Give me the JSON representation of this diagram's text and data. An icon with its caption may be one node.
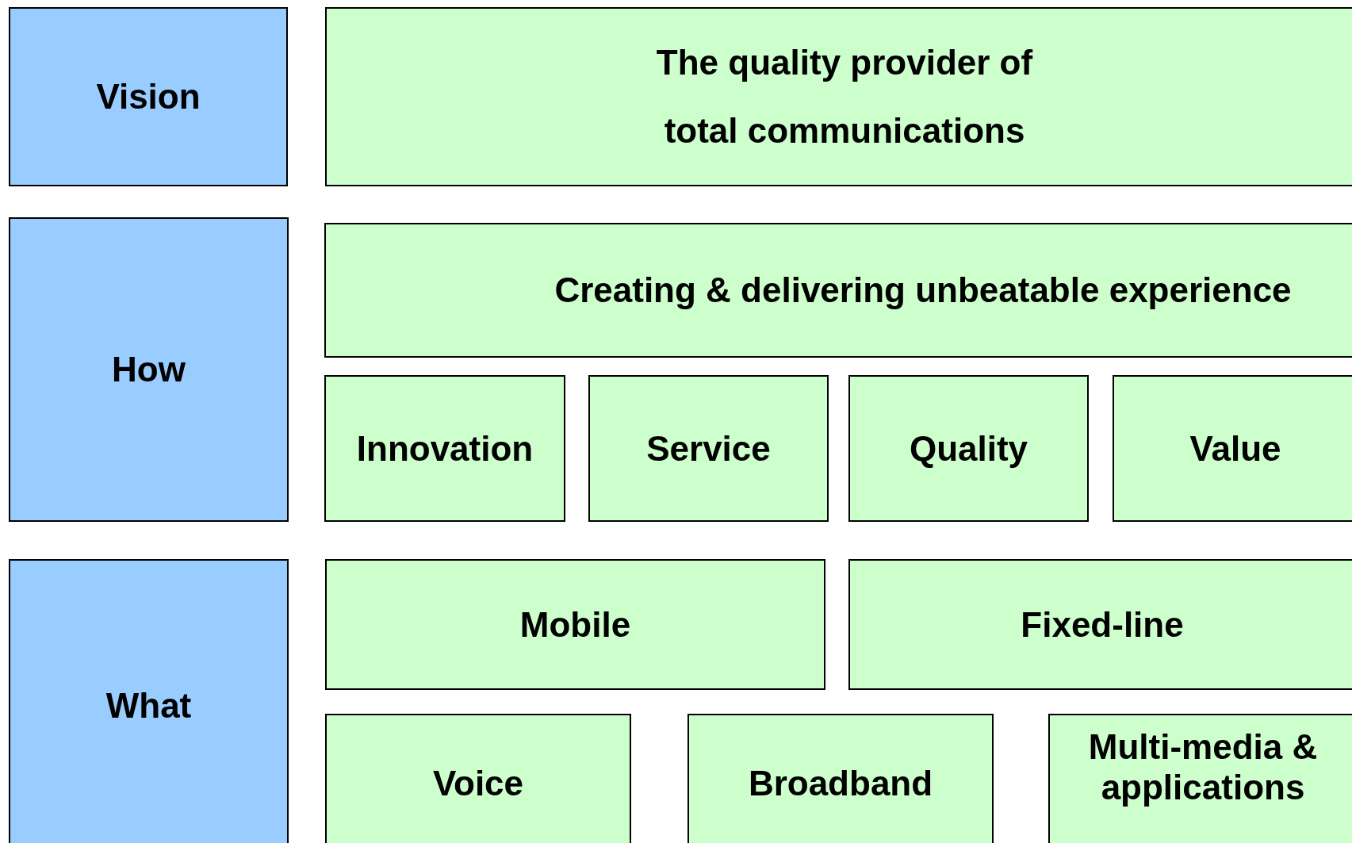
{
  "diagram": {
    "nodes": [
      {
        "text": [
          "Vision"
        ]
      },
      {
        "text": [
          "The quality provider of total communications"
        ]
      },
      {
        "text": [
          "How"
        ]
      },
      {
        "text": [
          "Creating & delivering unbeatable experience"
        ]
      },
      {
        "text": [
          "Innovation"
        ]
      },
      {
        "text": [
          "Service"
        ]
      },
      {
        "text": [
          "Quality"
        ]
      },
      {
        "text": [
          "Value"
        ]
      },
      {
        "text": [
          "What"
        ]
      },
      {
        "text": [
          "Mobile"
        ]
      },
      {
        "text": [
          "Fixed-line"
        ]
      },
      {
        "text": [
          "Voice"
        ]
      },
      {
        "text": [
          "Broadband"
        ]
      },
      {
        "text": [
          "Multi-media & applications"
        ]
      }
    ]
  }
}
